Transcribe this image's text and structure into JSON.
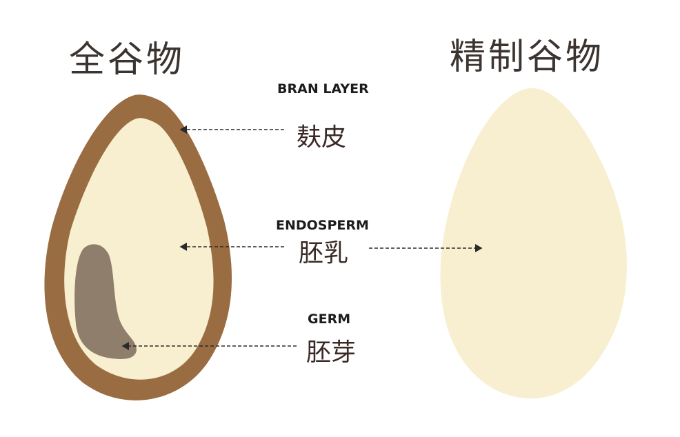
{
  "titles": {
    "whole_grain": "全谷物",
    "refined_grain": "精制谷物"
  },
  "labels": {
    "bran": {
      "en": "BRAN LAYER",
      "zh": "麸皮"
    },
    "endosperm": {
      "en": "ENDOSPERM",
      "zh": "胚乳"
    },
    "germ": {
      "en": "GERM",
      "zh": "胚芽"
    }
  },
  "colors": {
    "bran": "#9a6c42",
    "endosperm": "#f7efcf",
    "germ": "#8f7e6b",
    "title_text": "#3b3430",
    "label_text": "#3a2a26",
    "arrow": "#2a2a2a"
  }
}
